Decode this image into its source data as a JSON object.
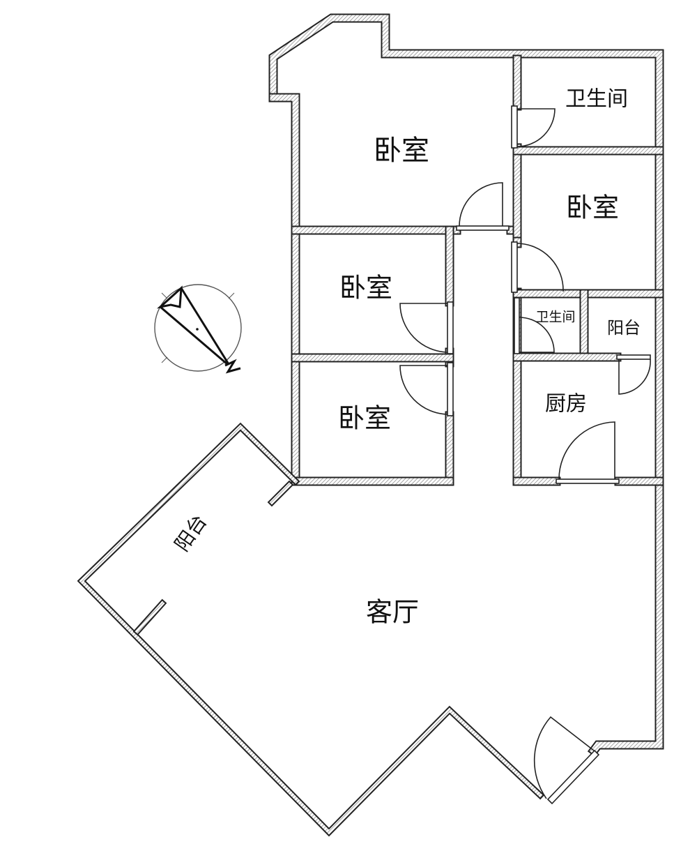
{
  "rooms": {
    "master_bedroom": "卧室",
    "bathroom_main": "卫生间",
    "bedroom_east": "卧室",
    "bedroom_middle": "卧室",
    "bedroom_south": "卧室",
    "bathroom_small": "卫生间",
    "balcony_kitchen": "阳台",
    "kitchen": "厨房",
    "balcony_living": "阳台",
    "living_room": "客厅"
  },
  "compass": {
    "icon": "north-arrow-icon",
    "north_letter": "N"
  }
}
